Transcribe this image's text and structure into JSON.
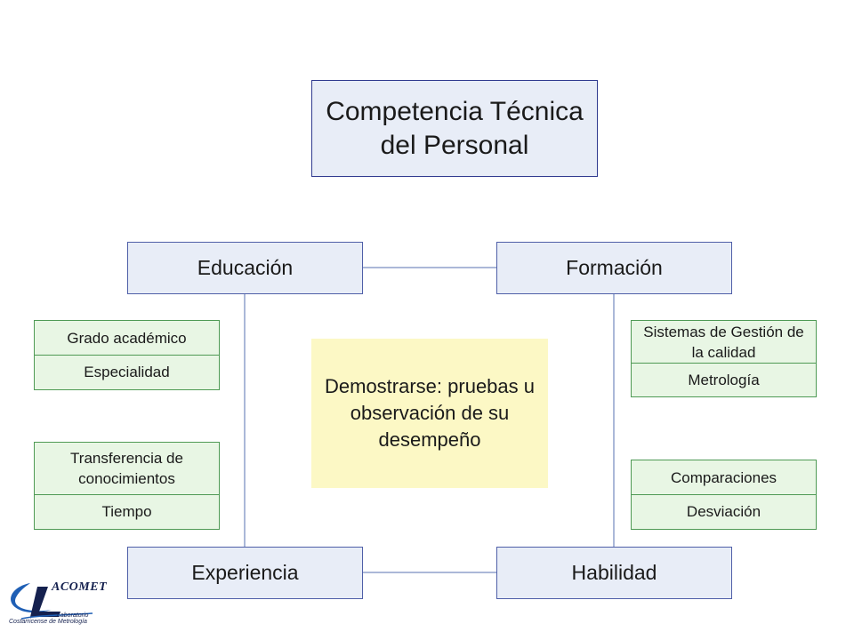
{
  "title": {
    "line1": "Competencia Técnica",
    "line2": "del Personal"
  },
  "main_nodes": {
    "educacion": "Educación",
    "formacion": "Formación",
    "experiencia": "Experiencia",
    "habilidad": "Habilidad"
  },
  "sub_items": {
    "educacion": [
      "Grado académico",
      "Especialidad"
    ],
    "experiencia": [
      "Transferencia de conocimientos",
      "Tiempo"
    ],
    "formacion": [
      "Sistemas de Gestión de la calidad",
      "Metrología"
    ],
    "habilidad": [
      "Comparaciones",
      "Desviación"
    ]
  },
  "center": {
    "text": "Demostrarse: pruebas u observación de su desempeño"
  },
  "logo": {
    "word": "ACOMET",
    "line1": "Laboratorio",
    "line2": "Costarricense de Metrología"
  },
  "colors": {
    "main_fill": "#e8edf7",
    "main_border": "#4f5fa8",
    "sub_fill": "#e8f6e4",
    "sub_border": "#4f9a55",
    "center_fill": "#fcf8c5",
    "connector": "#8fa0cc",
    "logo_blue": "#1f5fb5"
  }
}
